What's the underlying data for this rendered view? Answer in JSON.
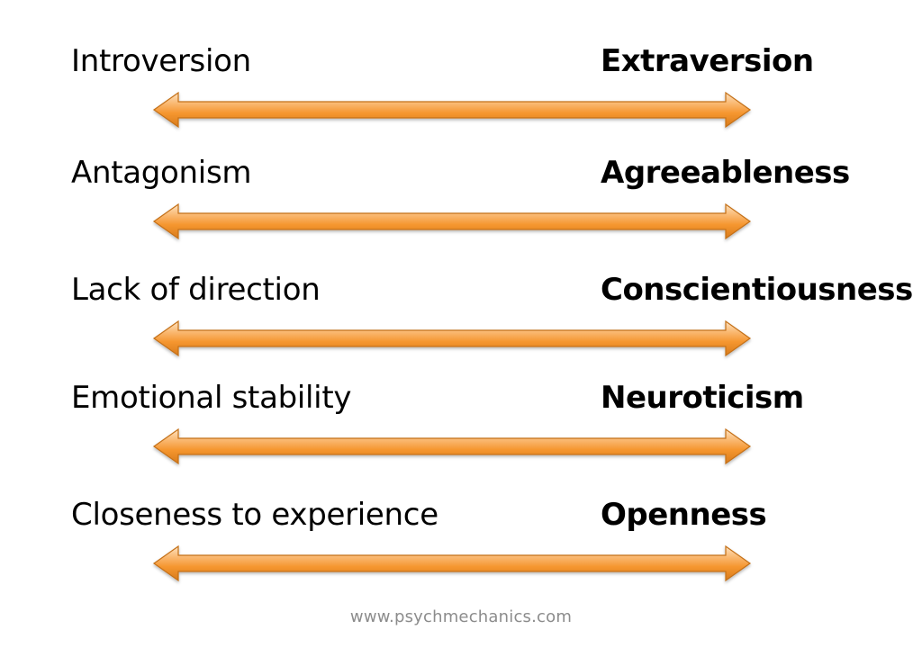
{
  "rows": [
    {
      "low": "Introversion",
      "high": "Extraversion"
    },
    {
      "low": "Antagonism",
      "high": "Agreeableness"
    },
    {
      "low": "Lack of direction",
      "high": "Conscientiousness"
    },
    {
      "low": "Emotional stability",
      "high": "Neuroticism"
    },
    {
      "low": "Closeness to experience",
      "high": "Openness"
    }
  ],
  "footer": "www.psychmechanics.com",
  "colors": {
    "arrow_light": "#fbc489",
    "arrow_main": "#f5962f",
    "arrow_dark": "#d87b1c",
    "arrow_outline": "#c46f18",
    "footer_text": "#8c8c8c"
  }
}
